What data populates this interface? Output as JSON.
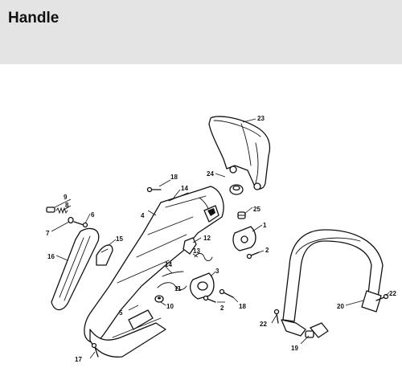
{
  "header": {
    "title": "Handle"
  },
  "callouts": {
    "c1": "1",
    "c2a": "2",
    "c2b": "2",
    "c3": "3",
    "c4": "4",
    "c5": "5",
    "c6": "6",
    "c7": "7",
    "c8": "8",
    "c9": "9",
    "c10": "10",
    "c11": "11",
    "c12": "12",
    "c13": "13",
    "c14a": "14",
    "c14b": "14",
    "c15": "15",
    "c16": "16",
    "c17": "17",
    "c18a": "18",
    "c18b": "18",
    "c19": "19",
    "c20": "20",
    "c22a": "22",
    "c22b": "22",
    "c23": "23",
    "c24": "24",
    "c25": "25"
  }
}
